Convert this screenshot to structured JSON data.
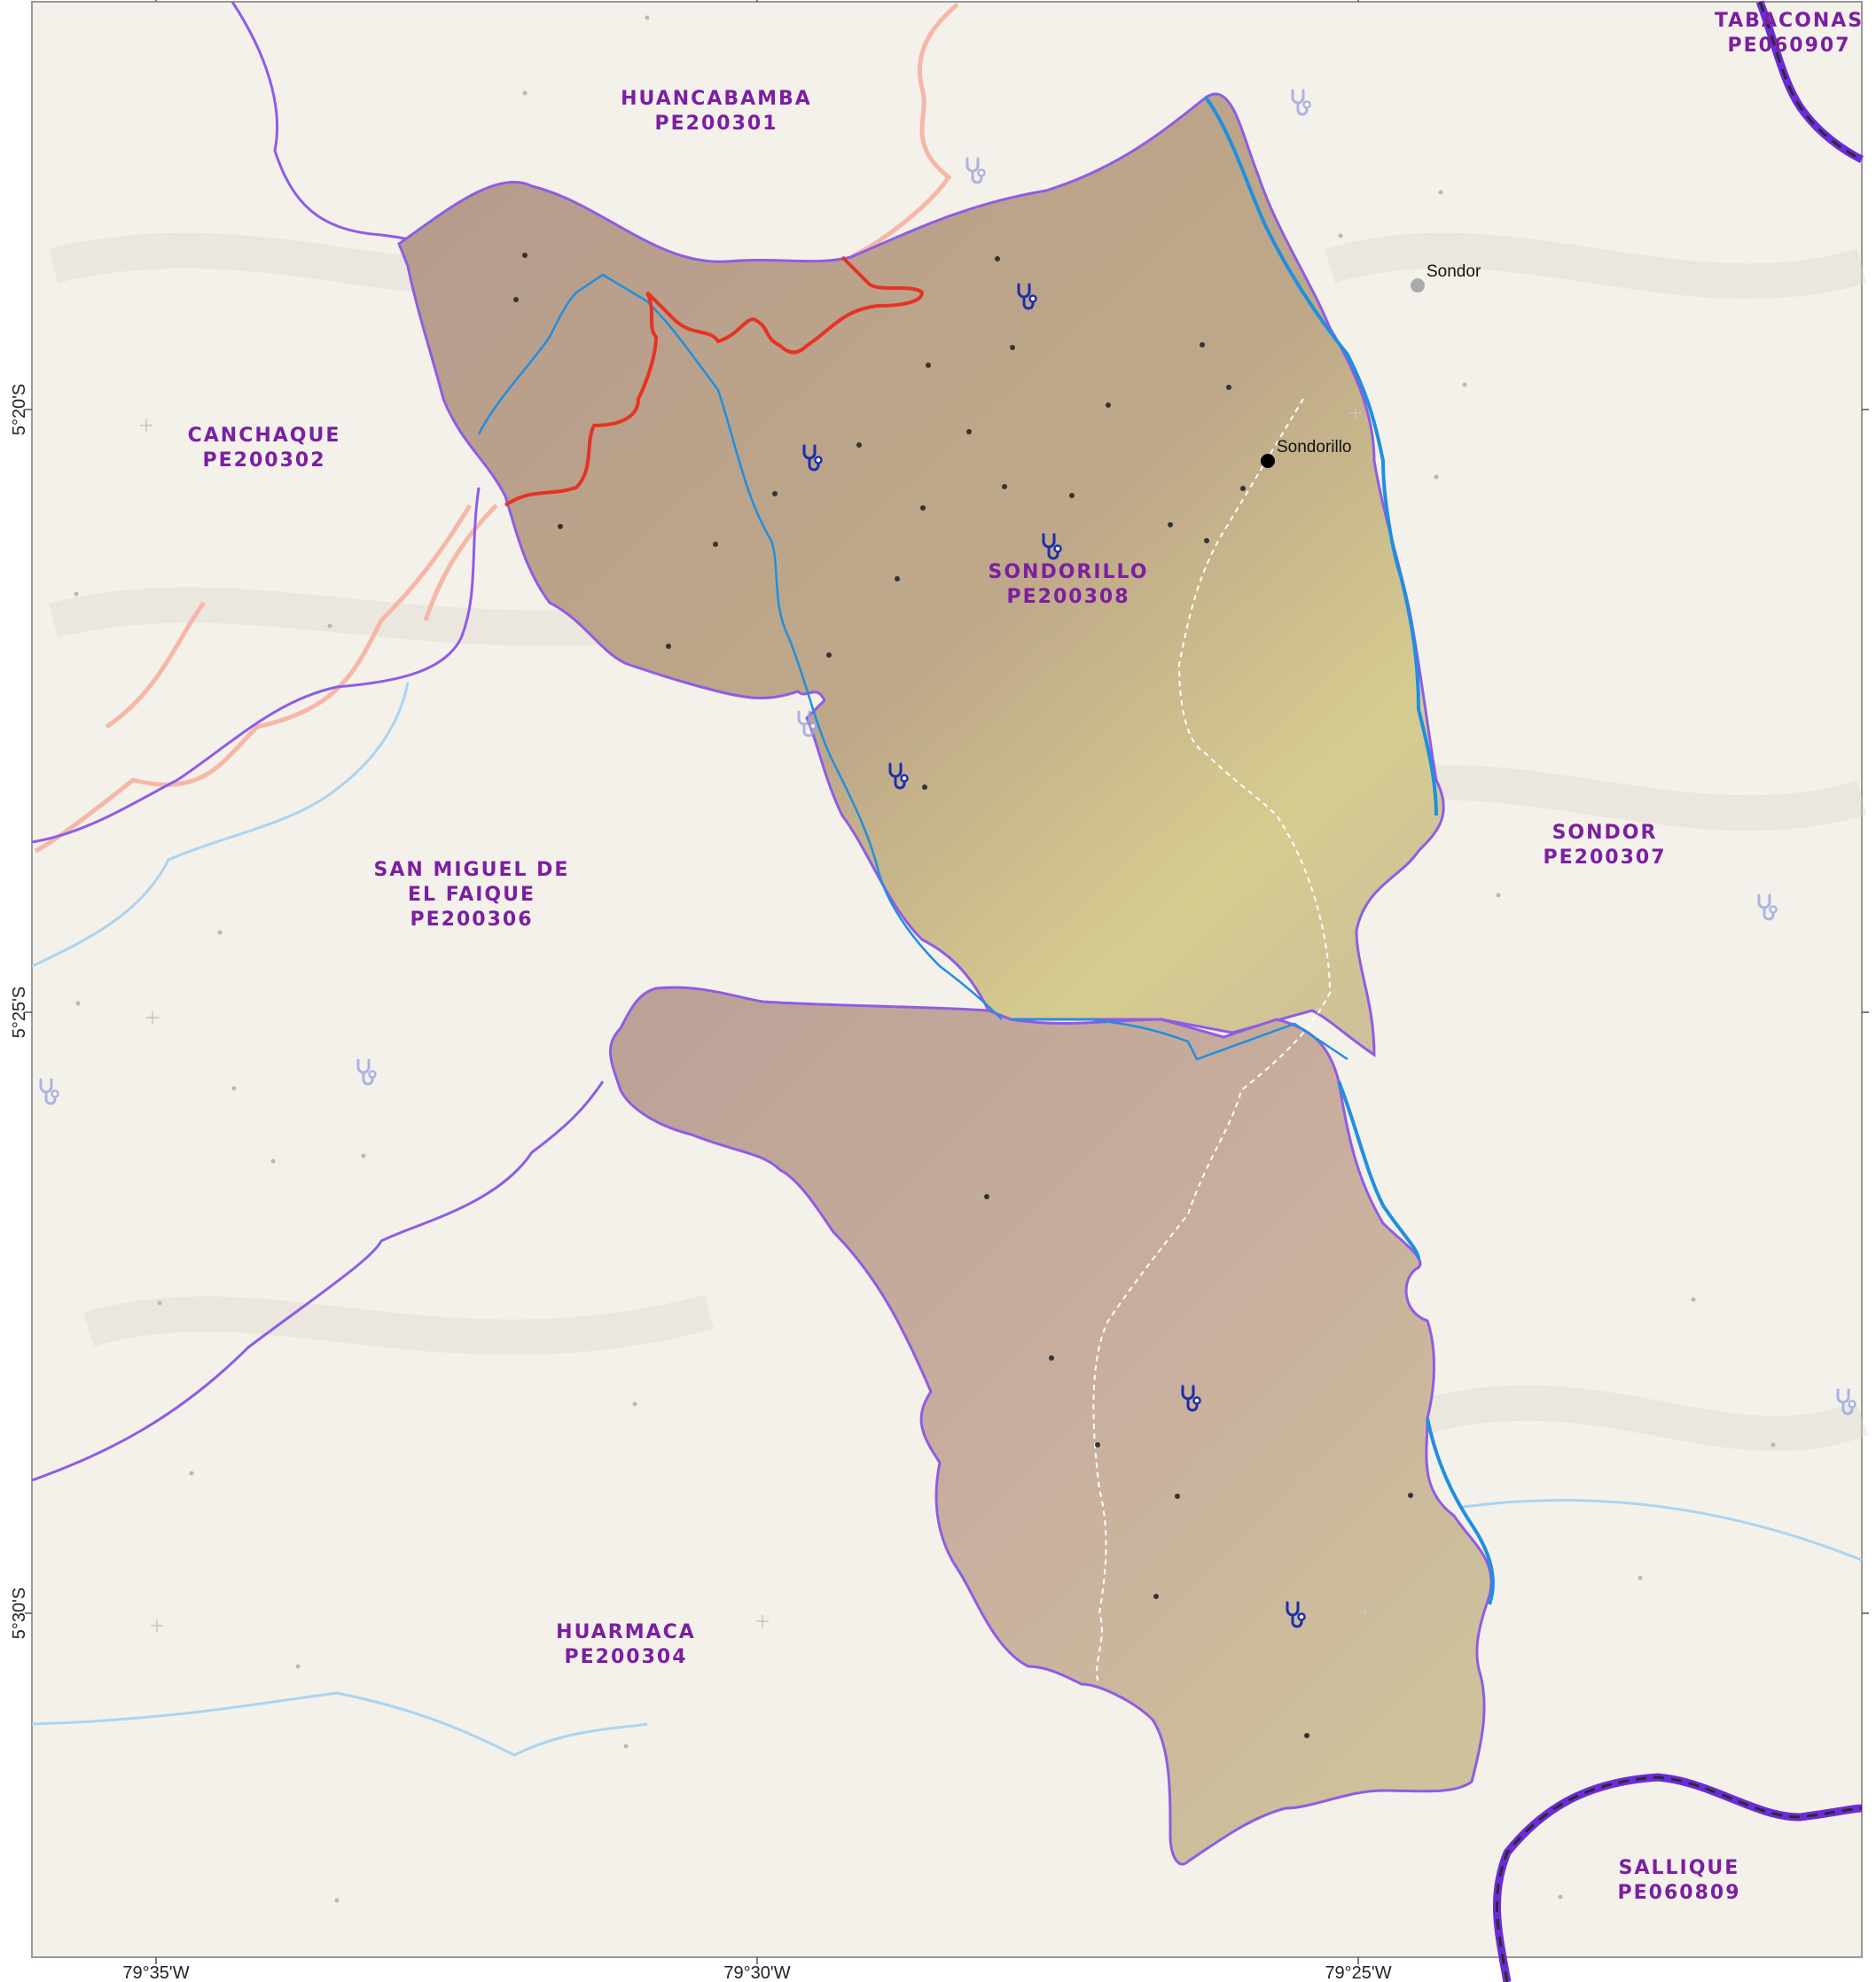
{
  "colors": {
    "district_label": "#7b1fa2",
    "boundary": "#8e5ce6",
    "province_boundary": "#6c2bd9",
    "river": "#1f8fe0",
    "road_red": "#e63323",
    "road_faint": "#f6b7a8",
    "health_icon": "#1b2fa8",
    "background": "#f4f1ea"
  },
  "districts": [
    {
      "name": "HUANCABAMBA",
      "code": "PE200301"
    },
    {
      "name": "CANCHAQUE",
      "code": "PE200302"
    },
    {
      "name": "SONDORILLO",
      "code": "PE200308",
      "highlighted": true
    },
    {
      "name": "SAN MIGUEL DE",
      "name2": "EL FAIQUE",
      "code": "PE200306"
    },
    {
      "name": "SONDOR",
      "code": "PE200307"
    },
    {
      "name": "HUARMACA",
      "code": "PE200304"
    },
    {
      "name": "TABACONAS",
      "code": "PE060907"
    },
    {
      "name": "SALLIQUE",
      "code": "PE060809"
    }
  ],
  "places": [
    {
      "name": "Sondorillo",
      "type": "capital"
    },
    {
      "name": "Sondor",
      "type": "town"
    }
  ],
  "lat_labels": [
    "5°20'S",
    "5°25'S",
    "5°30'S"
  ],
  "lon_labels": [
    "79°35'W",
    "79°30'W",
    "79°25'W"
  ],
  "icons": {
    "health_facility": "stethoscope-icon",
    "settlement": "dot-icon"
  }
}
